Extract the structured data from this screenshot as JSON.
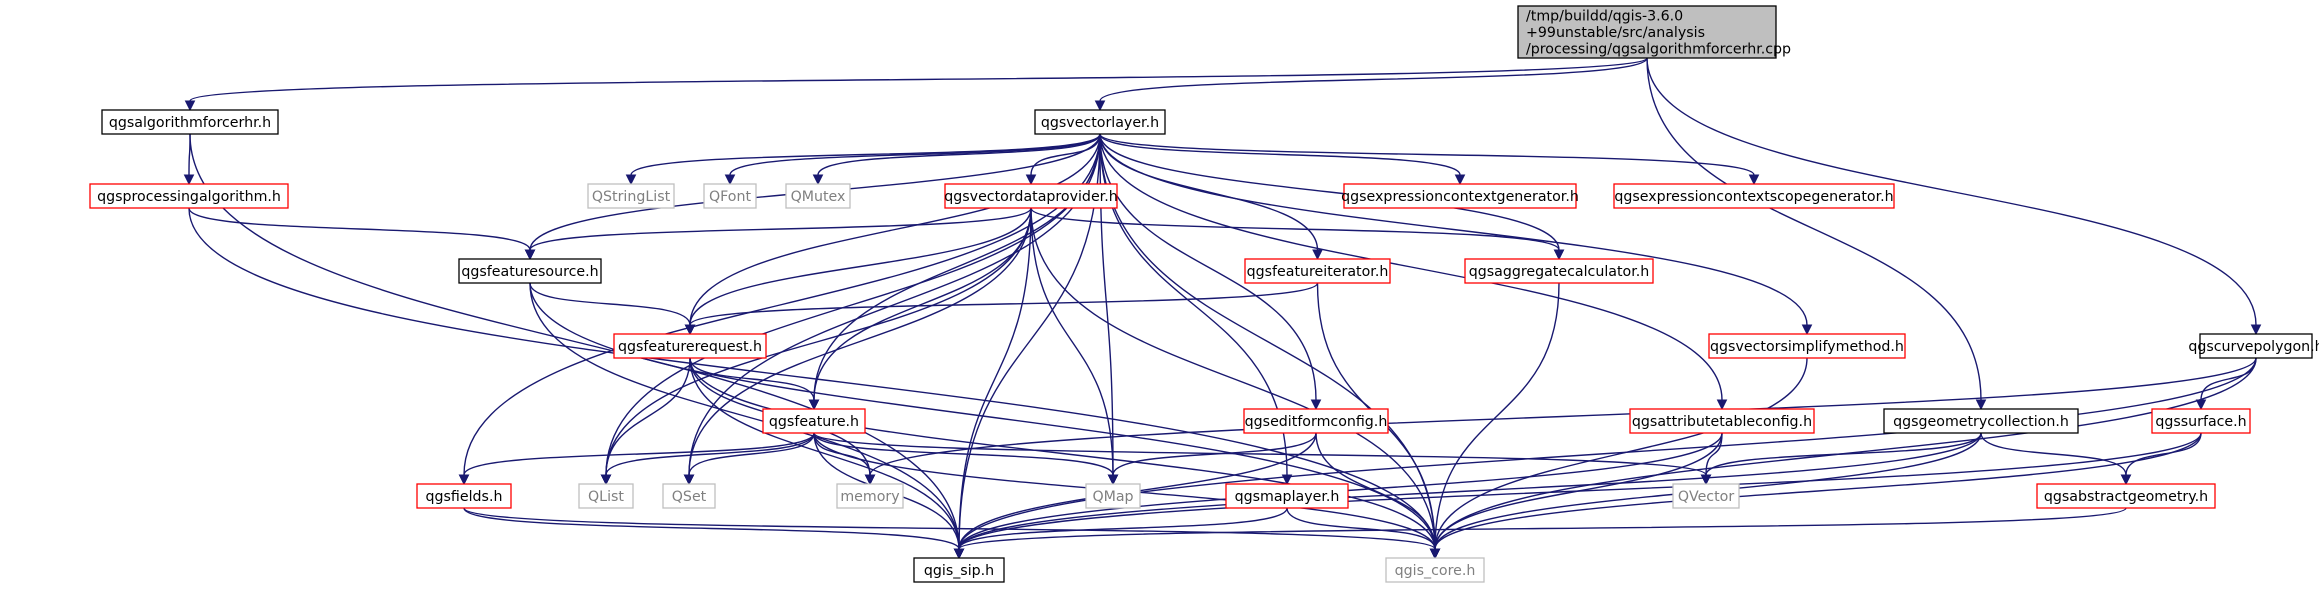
{
  "colors": {
    "edge": "#191970",
    "root_fill": "#bfbfbf",
    "root_stroke": "#000000",
    "normal_stroke": "#000000",
    "documented_stroke": "#ff0000",
    "external_stroke": "#bfbfbf",
    "normal_text": "#000000",
    "external_text": "#808080"
  },
  "nodes": [
    {
      "id": "root",
      "kind": "root",
      "lines": [
        "/tmp/buildd/qgis-3.6.0",
        "+99unstable/src/analysis",
        "/processing/qgsalgorithmforcerhr.cpp"
      ]
    },
    {
      "id": "forcerhr_h",
      "kind": "normal",
      "lines": [
        "qgsalgorithmforcerhr.h"
      ]
    },
    {
      "id": "vectorlayer",
      "kind": "normal",
      "lines": [
        "qgsvectorlayer.h"
      ]
    },
    {
      "id": "curvepolygon",
      "kind": "normal",
      "lines": [
        "qgscurvepolygon.h"
      ]
    },
    {
      "id": "processingalg",
      "kind": "documented",
      "lines": [
        "qgsprocessingalgorithm.h"
      ]
    },
    {
      "id": "qstringlist",
      "kind": "external",
      "lines": [
        "QStringList"
      ]
    },
    {
      "id": "qfont",
      "kind": "external",
      "lines": [
        "QFont"
      ]
    },
    {
      "id": "qmutex",
      "kind": "external",
      "lines": [
        "QMutex"
      ]
    },
    {
      "id": "vectordataprovider",
      "kind": "documented",
      "lines": [
        "qgsvectordataprovider.h"
      ]
    },
    {
      "id": "exprctxgen",
      "kind": "documented",
      "lines": [
        "qgsexpressioncontextgenerator.h"
      ]
    },
    {
      "id": "exprctxscopegen",
      "kind": "documented",
      "lines": [
        "qgsexpressioncontextscopegenerator.h"
      ]
    },
    {
      "id": "featuresource",
      "kind": "normal",
      "lines": [
        "qgsfeaturesource.h"
      ]
    },
    {
      "id": "featureiterator",
      "kind": "documented",
      "lines": [
        "qgsfeatureiterator.h"
      ]
    },
    {
      "id": "aggregatecalc",
      "kind": "documented",
      "lines": [
        "qgsaggregatecalculator.h"
      ]
    },
    {
      "id": "featurerequest",
      "kind": "documented",
      "lines": [
        "qgsfeaturerequest.h"
      ]
    },
    {
      "id": "vectorsimplify",
      "kind": "documented",
      "lines": [
        "qgsvectorsimplifymethod.h"
      ]
    },
    {
      "id": "feature",
      "kind": "documented",
      "lines": [
        "qgsfeature.h"
      ]
    },
    {
      "id": "editformconfig",
      "kind": "documented",
      "lines": [
        "qgseditformconfig.h"
      ]
    },
    {
      "id": "attrtableconfig",
      "kind": "documented",
      "lines": [
        "qgsattributetableconfig.h"
      ]
    },
    {
      "id": "geomcollection",
      "kind": "normal",
      "lines": [
        "qgsgeometrycollection.h"
      ]
    },
    {
      "id": "surface",
      "kind": "documented",
      "lines": [
        "qgssurface.h"
      ]
    },
    {
      "id": "fields",
      "kind": "documented",
      "lines": [
        "qgsfields.h"
      ]
    },
    {
      "id": "qlist",
      "kind": "external",
      "lines": [
        "QList"
      ]
    },
    {
      "id": "qset",
      "kind": "external",
      "lines": [
        "QSet"
      ]
    },
    {
      "id": "memory",
      "kind": "external",
      "lines": [
        "memory"
      ]
    },
    {
      "id": "qmap",
      "kind": "external",
      "lines": [
        "QMap"
      ]
    },
    {
      "id": "maplayer",
      "kind": "documented",
      "lines": [
        "qgsmaplayer.h"
      ]
    },
    {
      "id": "qvector",
      "kind": "external",
      "lines": [
        "QVector"
      ]
    },
    {
      "id": "abstractgeom",
      "kind": "documented",
      "lines": [
        "qgsabstractgeometry.h"
      ]
    },
    {
      "id": "qgis_sip",
      "kind": "normal",
      "lines": [
        "qgis_sip.h"
      ]
    },
    {
      "id": "qgis_core",
      "kind": "external",
      "lines": [
        "qgis_core.h"
      ]
    }
  ],
  "edges": [
    [
      "root",
      "forcerhr_h"
    ],
    [
      "root",
      "vectorlayer"
    ],
    [
      "root",
      "curvepolygon"
    ],
    [
      "root",
      "geomcollection"
    ],
    [
      "forcerhr_h",
      "processingalg"
    ],
    [
      "forcerhr_h",
      "qgis_sip"
    ],
    [
      "processingalg",
      "featuresource"
    ],
    [
      "processingalg",
      "qgis_core"
    ],
    [
      "vectorlayer",
      "qstringlist"
    ],
    [
      "vectorlayer",
      "qfont"
    ],
    [
      "vectorlayer",
      "qmutex"
    ],
    [
      "vectorlayer",
      "vectordataprovider"
    ],
    [
      "vectorlayer",
      "exprctxgen"
    ],
    [
      "vectorlayer",
      "exprctxscopegen"
    ],
    [
      "vectorlayer",
      "featuresource"
    ],
    [
      "vectorlayer",
      "featureiterator"
    ],
    [
      "vectorlayer",
      "aggregatecalc"
    ],
    [
      "vectorlayer",
      "featurerequest"
    ],
    [
      "vectorlayer",
      "vectorsimplify"
    ],
    [
      "vectorlayer",
      "feature"
    ],
    [
      "vectorlayer",
      "editformconfig"
    ],
    [
      "vectorlayer",
      "attrtableconfig"
    ],
    [
      "vectorlayer",
      "fields"
    ],
    [
      "vectorlayer",
      "qlist"
    ],
    [
      "vectorlayer",
      "qset"
    ],
    [
      "vectorlayer",
      "qmap"
    ],
    [
      "vectorlayer",
      "maplayer"
    ],
    [
      "vectorlayer",
      "qgis_sip"
    ],
    [
      "vectorlayer",
      "qgis_core"
    ],
    [
      "vectordataprovider",
      "featuresource"
    ],
    [
      "vectordataprovider",
      "aggregatecalc"
    ],
    [
      "vectordataprovider",
      "featurerequest"
    ],
    [
      "vectordataprovider",
      "feature"
    ],
    [
      "vectordataprovider",
      "qlist"
    ],
    [
      "vectordataprovider",
      "qset"
    ],
    [
      "vectordataprovider",
      "qmap"
    ],
    [
      "vectordataprovider",
      "qgis_sip"
    ],
    [
      "vectordataprovider",
      "qgis_core"
    ],
    [
      "featuresource",
      "featurerequest"
    ],
    [
      "featuresource",
      "qgis_sip"
    ],
    [
      "featuresource",
      "qgis_core"
    ],
    [
      "featureiterator",
      "featurerequest"
    ],
    [
      "featureiterator",
      "qgis_core"
    ],
    [
      "aggregatecalc",
      "qgis_core"
    ],
    [
      "featurerequest",
      "feature"
    ],
    [
      "featurerequest",
      "qlist"
    ],
    [
      "featurerequest",
      "memory"
    ],
    [
      "featurerequest",
      "qgis_sip"
    ],
    [
      "featurerequest",
      "qgis_core"
    ],
    [
      "vectorsimplify",
      "qgis_core"
    ],
    [
      "feature",
      "fields"
    ],
    [
      "feature",
      "qlist"
    ],
    [
      "feature",
      "qset"
    ],
    [
      "feature",
      "memory"
    ],
    [
      "feature",
      "qmap"
    ],
    [
      "feature",
      "qvector"
    ],
    [
      "feature",
      "qgis_sip"
    ],
    [
      "feature",
      "qgis_core"
    ],
    [
      "editformconfig",
      "qmap"
    ],
    [
      "editformconfig",
      "qgis_sip"
    ],
    [
      "editformconfig",
      "qgis_core"
    ],
    [
      "attrtableconfig",
      "qvector"
    ],
    [
      "attrtableconfig",
      "qgis_sip"
    ],
    [
      "attrtableconfig",
      "qgis_core"
    ],
    [
      "curvepolygon",
      "surface"
    ],
    [
      "curvepolygon",
      "memory"
    ],
    [
      "curvepolygon",
      "qgis_sip"
    ],
    [
      "curvepolygon",
      "qgis_core"
    ],
    [
      "geomcollection",
      "qvector"
    ],
    [
      "geomcollection",
      "abstractgeom"
    ],
    [
      "geomcollection",
      "qgis_sip"
    ],
    [
      "geomcollection",
      "qgis_core"
    ],
    [
      "surface",
      "abstractgeom"
    ],
    [
      "surface",
      "qgis_sip"
    ],
    [
      "surface",
      "qgis_core"
    ],
    [
      "fields",
      "qgis_sip"
    ],
    [
      "fields",
      "qgis_core"
    ],
    [
      "maplayer",
      "qgis_sip"
    ],
    [
      "maplayer",
      "qgis_core"
    ],
    [
      "abstractgeom",
      "qgis_sip"
    ]
  ]
}
